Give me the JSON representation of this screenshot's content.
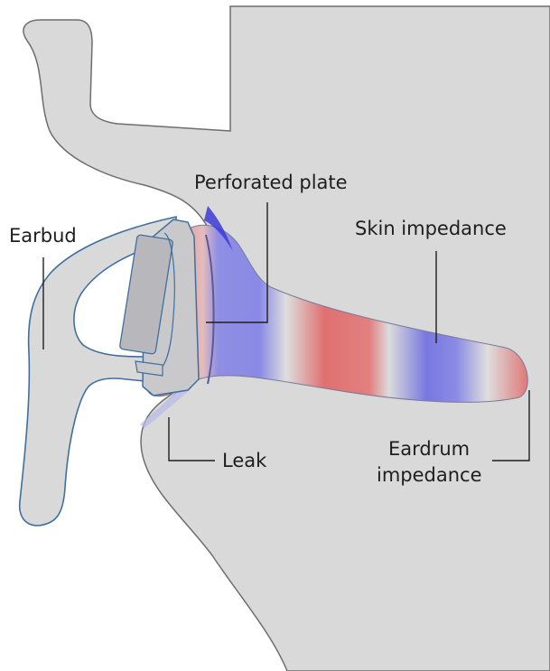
{
  "labels": {
    "perforated_plate": "Perforated plate",
    "earbud": "Earbud",
    "skin_impedance": "Skin impedance",
    "leak": "Leak",
    "eardrum_line1": "Eardrum",
    "eardrum_line2": "impedance"
  },
  "colors": {
    "background": "#ffffff",
    "head_fill": "#d9d9d9",
    "outline": "#6e6e6e",
    "earbud_outline": "#3f6fa0",
    "pressure_high": "#e06666",
    "pressure_neutral": "#d8d8d8",
    "pressure_low": "#6b6bd8",
    "text": "#1e1e1e"
  }
}
